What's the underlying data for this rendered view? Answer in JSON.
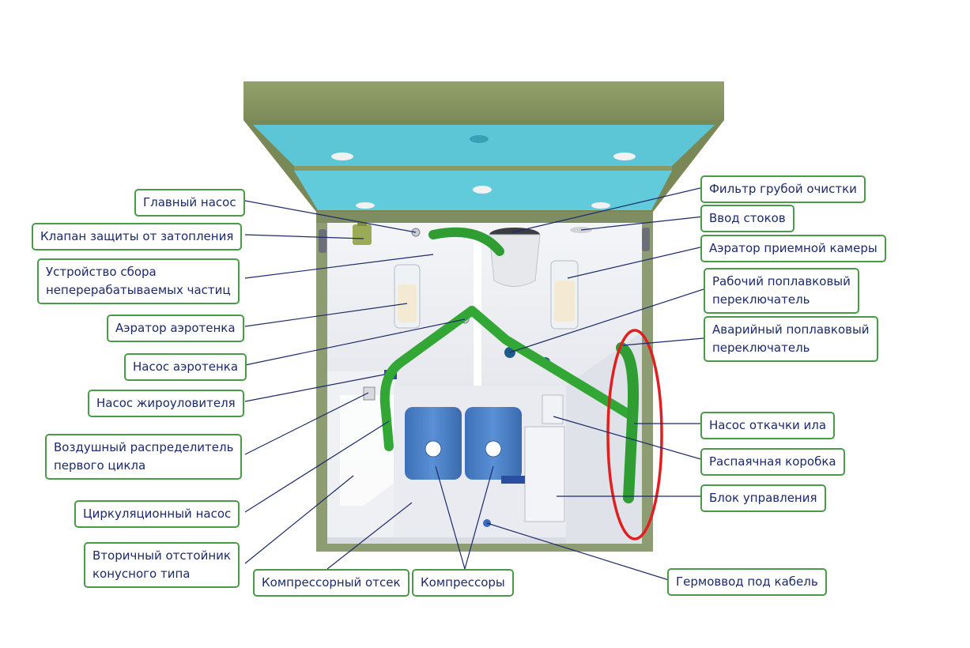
{
  "colors": {
    "housing": "#8d9c72",
    "housing_dark": "#6f7d55",
    "lid": "#869463",
    "insulation": "#5ec8d8",
    "interior": "#e8eaef",
    "pipe": "#38b23a",
    "compressor": "#4a7fc6",
    "label_border": "#4a9a4a",
    "label_text": "#1c2a6b",
    "leader_line": "#1c2a6b",
    "highlight_ring": "#e02020"
  },
  "labels": {
    "main_pump": "Главный насос",
    "flood_valve": "Клапан защиты от затопления",
    "particle_collector_1": "Устройство сбора",
    "particle_collector_2": "неперерабатываемых частиц",
    "aerotank_aerator": "Аэратор аэротенка",
    "aerotank_pump": "Насос аэротенка",
    "grease_trap_pump": "Насос жироуловителя",
    "air_distributor_1": "Воздушный распределитель",
    "air_distributor_2": "первого цикла",
    "circulation_pump": "Циркуляционный насос",
    "clarifier_1": "Вторичный отстойник",
    "clarifier_2": "конусного типа",
    "compressor_bay": "Компрессорный отсек",
    "compressors": "Компрессоры",
    "coarse_filter": "Фильтр грубой очистки",
    "sewage_inlet": "Ввод стоков",
    "receiving_aerator": "Аэратор приемной камеры",
    "working_float_1": "Рабочий поплавковый",
    "working_float_2": "переключатель",
    "emergency_float_1": "Аварийный поплавковый",
    "emergency_float_2": "переключатель",
    "sludge_pump": "Насос откачки ила",
    "junction_box": "Распаячная коробка",
    "control_unit": "Блок управления",
    "cable_gland": "Гермоввод под кабель"
  }
}
